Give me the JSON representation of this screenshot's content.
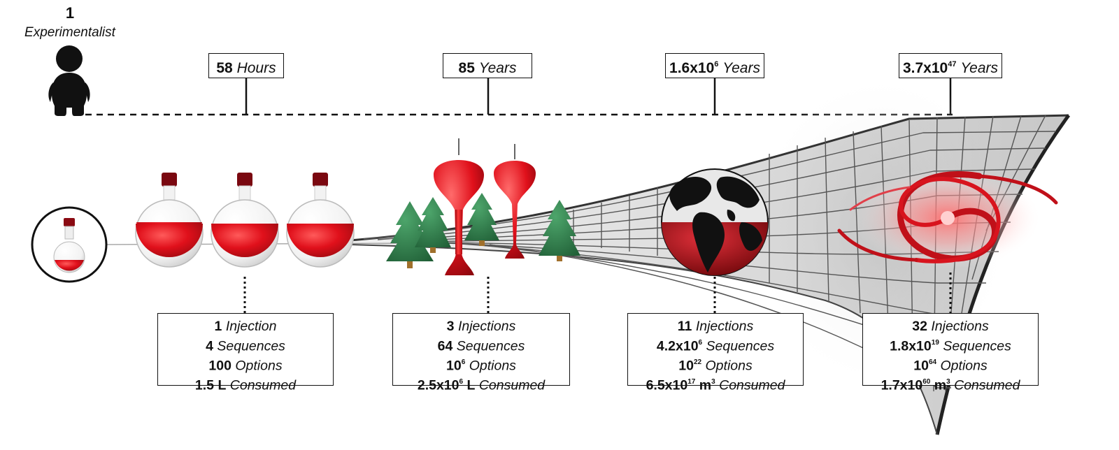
{
  "experimentalist": {
    "count": "1",
    "role": "Experimentalist"
  },
  "timeline": [
    {
      "value": "58",
      "mantissa": "",
      "exponent": "",
      "unit": "Hours"
    },
    {
      "value": "85",
      "mantissa": "",
      "exponent": "",
      "unit": "Years"
    },
    {
      "value": "",
      "mantissa": "1.6x10",
      "exponent": "6",
      "unit": "Years"
    },
    {
      "value": "",
      "mantissa": "3.7x10",
      "exponent": "47",
      "unit": "Years"
    }
  ],
  "stages": [
    {
      "injections": {
        "value": "1",
        "label": "Injection"
      },
      "sequences": {
        "value": "4",
        "exponent": "",
        "label": "Sequences"
      },
      "options": {
        "value": "100",
        "exponent": "",
        "label": "Options"
      },
      "consumed": {
        "value": "1.5",
        "exponent": "",
        "unit": "L",
        "unit_exp": "",
        "label": "Consumed"
      }
    },
    {
      "injections": {
        "value": "3",
        "label": "Injections"
      },
      "sequences": {
        "value": "64",
        "exponent": "",
        "label": "Sequences"
      },
      "options": {
        "value": "10",
        "exponent": "6",
        "label": "Options"
      },
      "consumed": {
        "value": "2.5x10",
        "exponent": "6",
        "unit": "L",
        "unit_exp": "",
        "label": "Consumed"
      }
    },
    {
      "injections": {
        "value": "11",
        "label": "Injections"
      },
      "sequences": {
        "value": "4.2x10",
        "exponent": "6",
        "label": "Sequences"
      },
      "options": {
        "value": "10",
        "exponent": "22",
        "label": "Options"
      },
      "consumed": {
        "value": "6.5x10",
        "exponent": "17",
        "unit": "m",
        "unit_exp": "3",
        "label": "Consumed"
      }
    },
    {
      "injections": {
        "value": "32",
        "label": "Injections"
      },
      "sequences": {
        "value": "1.8x10",
        "exponent": "19",
        "label": "Sequences"
      },
      "options": {
        "value": "10",
        "exponent": "64",
        "label": "Options"
      },
      "consumed": {
        "value": "1.7x10",
        "exponent": "60",
        "unit": "m",
        "unit_exp": "3",
        "label": "Consumed"
      }
    }
  ],
  "icons": [
    "person-icon",
    "single-flask-icon",
    "flask-icon",
    "tree-icon",
    "water-tower-icon",
    "earth-globe-icon",
    "spiral-galaxy-icon",
    "spacetime-grid-icon"
  ],
  "colors": {
    "accent_red": "#e0101b",
    "tree_green": "#2e7d4a",
    "ink": "#111111"
  }
}
